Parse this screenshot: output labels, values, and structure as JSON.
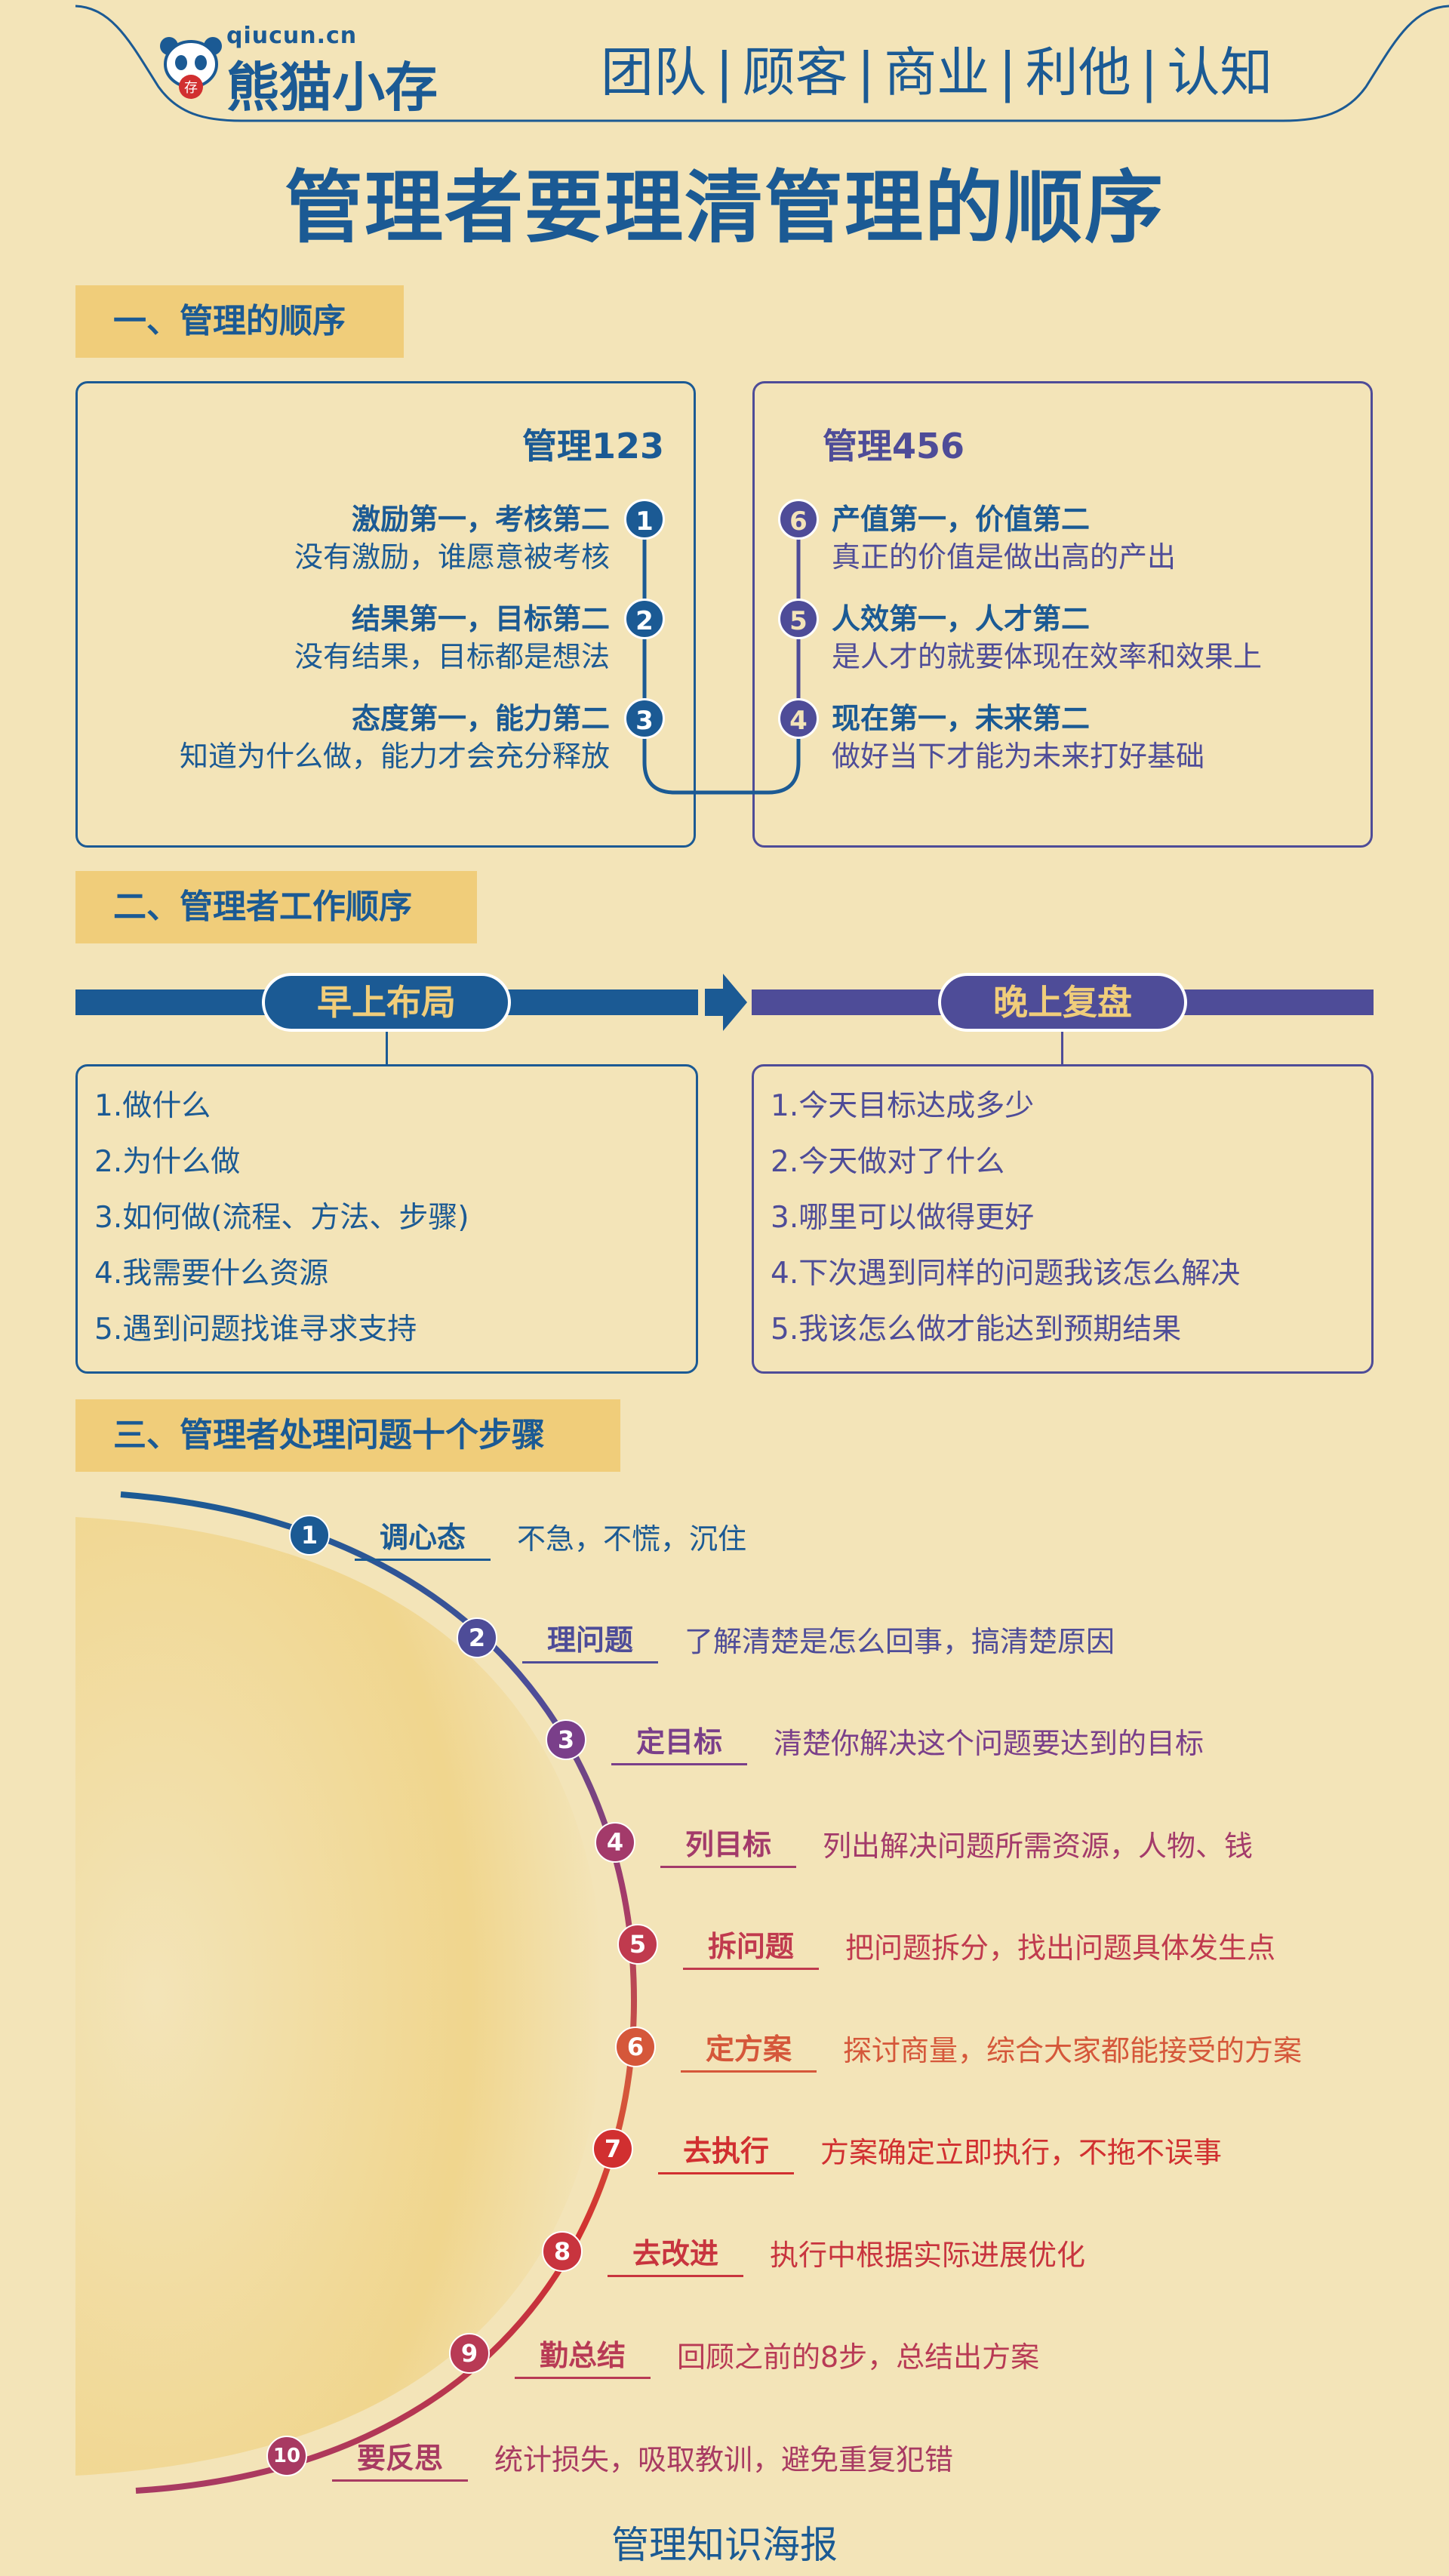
{
  "header": {
    "logo_url": "qiucun.cn",
    "logo_name": "熊猫小存",
    "logo_badge": "存",
    "nav": [
      "团队",
      "顾客",
      "商业",
      "利他",
      "认知"
    ],
    "nav_sep": "|"
  },
  "title": "管理者要理清管理的顺序",
  "section1": {
    "label": "一、管理的顺序",
    "left": {
      "heading": "管理123",
      "items": [
        {
          "num": "1",
          "title": "激励第一，考核第二",
          "desc": "没有激励，谁愿意被考核"
        },
        {
          "num": "2",
          "title": "结果第一，目标第二",
          "desc": "没有结果，目标都是想法"
        },
        {
          "num": "3",
          "title": "态度第一，能力第二",
          "desc": "知道为什么做，能力才会充分释放"
        }
      ]
    },
    "right": {
      "heading": "管理456",
      "items": [
        {
          "num": "6",
          "title": "产值第一，价值第二",
          "desc": "真正的价值是做出高的产出"
        },
        {
          "num": "5",
          "title": "人效第一，人才第二",
          "desc": "是人才的就要体现在效率和效果上"
        },
        {
          "num": "4",
          "title": "现在第一，未来第二",
          "desc": "做好当下才能为未来打好基础"
        }
      ]
    }
  },
  "section2": {
    "label": "二、管理者工作顺序",
    "morning": {
      "title": "早上布局",
      "items": [
        "1.做什么",
        "2.为什么做",
        "3.如何做(流程、方法、步骤)",
        "4.我需要什么资源",
        "5.遇到问题找谁寻求支持"
      ]
    },
    "evening": {
      "title": "晚上复盘",
      "items": [
        "1.今天目标达成多少",
        "2.今天做对了什么",
        "3.哪里可以做得更好",
        "4.下次遇到同样的问题我该怎么解决",
        "5.我该怎么做才能达到预期结果"
      ]
    }
  },
  "section3": {
    "label": "三、管理者处理问题十个步骤",
    "steps": [
      {
        "num": "1",
        "key": "调心态",
        "desc": "不急，不慌，沉住",
        "color": "#1b5a94"
      },
      {
        "num": "2",
        "key": "理问题",
        "desc": "了解清楚是怎么回事，搞清楚原因",
        "color": "#4e4c98"
      },
      {
        "num": "3",
        "key": "定目标",
        "desc": "清楚你解决这个问题要达到的目标",
        "color": "#7a3f8a"
      },
      {
        "num": "4",
        "key": "列目标",
        "desc": "列出解决问题所需资源，人物、钱",
        "color": "#a33a6a"
      },
      {
        "num": "5",
        "key": "拆问题",
        "desc": "把问题拆分，找出问题具体发生点",
        "color": "#c03a4e"
      },
      {
        "num": "6",
        "key": "定方案",
        "desc": "探讨商量，综合大家都能接受的方案",
        "color": "#d5573a"
      },
      {
        "num": "7",
        "key": "去执行",
        "desc": "方案确定立即执行，不拖不误事",
        "color": "#d12f30"
      },
      {
        "num": "8",
        "key": "去改进",
        "desc": "执行中根据实际进展优化",
        "color": "#c8343e"
      },
      {
        "num": "9",
        "key": "勤总结",
        "desc": "回顾之前的8步，总结出方案",
        "color": "#b83a55"
      },
      {
        "num": "10",
        "key": "要反思",
        "desc": "统计损失，吸取教训，避免重复犯错",
        "color": "#a83a62"
      }
    ]
  },
  "footer": "管理知识海报",
  "colors": {
    "blue": "#1b5a94",
    "purple": "#4e4c98",
    "gold": "#f0cd7a",
    "background": "#f3e4b8"
  }
}
